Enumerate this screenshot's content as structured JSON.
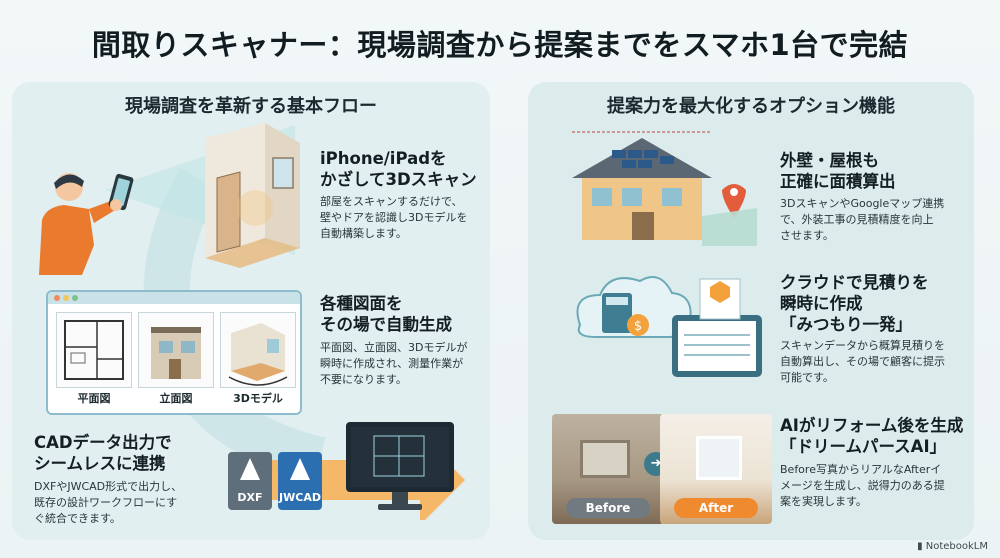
{
  "title": "間取りスキャナー：現場調査から提案までをスマホ1台で完結",
  "left_panel": {
    "heading": "現場調査を革新する基本フロー",
    "scan": {
      "heading_line1": "iPhone/iPadを",
      "heading_line2": "かざして3Dスキャン",
      "body_line1": "部屋をスキャンするだけで、",
      "body_line2": "壁やドアを認識し3Dモデルを",
      "body_line3": "自動構築します。"
    },
    "drawings": {
      "heading_line1": "各種図面を",
      "heading_line2": "その場で自動生成",
      "body_line1": "平面図、立面図、3Dモデルが",
      "body_line2": "瞬時に作成され、測量作業が",
      "body_line3": "不要になります。",
      "thumbs": [
        "平面図",
        "立面図",
        "3Dモデル"
      ]
    },
    "cad": {
      "heading_line1": "CADデータ出力で",
      "heading_line2": "シームレスに連携",
      "body_line1": "DXFやJWCAD形式で出力し、",
      "body_line2": "既存の設計ワークフローにす",
      "body_line3": "ぐ統合できます。",
      "file1": "DXF",
      "file2": "JWCAD"
    }
  },
  "right_panel": {
    "heading": "提案力を最大化するオプション機能",
    "exterior": {
      "heading_line1": "外壁・屋根も",
      "heading_line2": "正確に面積算出",
      "body_line1": "3DスキャンやGoogleマップ連携",
      "body_line2": "で、外装工事の見積精度を向上",
      "body_line3": "させます。"
    },
    "estimate": {
      "heading_line1": "クラウドで見積りを",
      "heading_line2": "瞬時に作成",
      "heading_line3": "「みつもり一発」",
      "body_line1": "スキャンデータから概算見積りを",
      "body_line2": "自動算出し、その場で顧客に提示",
      "body_line3": "可能です。"
    },
    "ai": {
      "heading_line1": "AIがリフォーム後を生成",
      "heading_line2": "「ドリームパースAI」",
      "body_line1": "Before写真からリアルなAfterイ",
      "body_line2": "メージを生成し、説得力のある提",
      "body_line3": "案を実現します。",
      "before_label": "Before",
      "after_label": "After"
    }
  },
  "brand": "NotebookLM",
  "colors": {
    "accent_orange": "#f29a3a",
    "teal": "#3c7b8c",
    "light_teal": "#cfe6e8"
  }
}
